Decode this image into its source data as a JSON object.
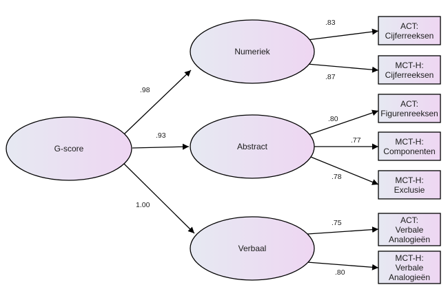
{
  "diagram": {
    "latent": {
      "g": "G-score",
      "numeriek": "Numeriek",
      "abstract": "Abstract",
      "verbaal": "Verbaal"
    },
    "observed": {
      "act_cijfer": [
        "ACT:",
        "Cijferreeksen"
      ],
      "mct_cijfer": [
        "MCT-H:",
        "Cijferreeksen"
      ],
      "act_figuren": [
        "ACT:",
        "Figurenreeksen"
      ],
      "mct_componenten": [
        "MCT-H:",
        "Componenten"
      ],
      "mct_exclusie": [
        "MCT-H:",
        "Exclusie"
      ],
      "act_verbale": [
        "ACT:",
        "Verbale",
        "Analogieën"
      ],
      "mct_verbale": [
        "MCT-H:",
        "Verbale",
        "Analogieën"
      ]
    },
    "coefficients": {
      "g_numeriek": ".98",
      "g_abstract": ".93",
      "g_verbaal": "1.00",
      "numeriek_act_cijfer": ".83",
      "numeriek_mct_cijfer": ".87",
      "abstract_act_figuren": ".80",
      "abstract_mct_componenten": ".77",
      "abstract_mct_exclusie": ".78",
      "verbaal_act_verbale": ".75",
      "verbaal_mct_verbale": ".80"
    },
    "colors": {
      "node_fill_start": "#e6e9f2",
      "node_fill_end": "#eed6f2",
      "stroke": "#000000"
    }
  }
}
